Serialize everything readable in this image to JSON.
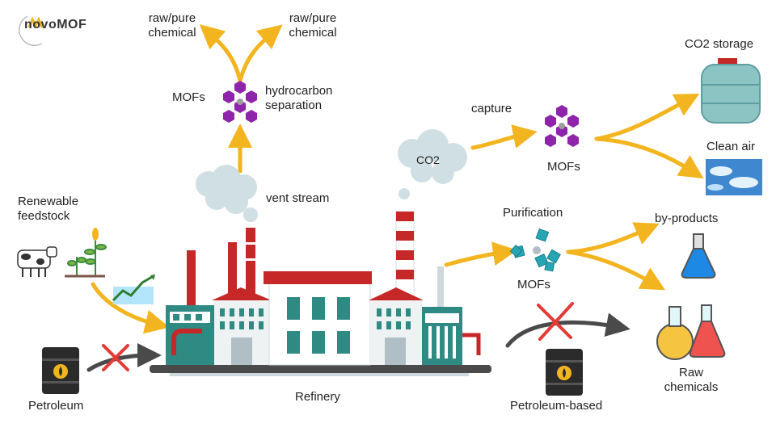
{
  "logo": {
    "text": "novoMOF"
  },
  "labels": {
    "raw_pure_left": [
      "raw/pure",
      "chemical"
    ],
    "raw_pure_right": [
      "raw/pure",
      "chemical"
    ],
    "mofs_top": "MOFs",
    "hydrocarbon": [
      "hydrocarbon",
      "separation"
    ],
    "vent_stream": "vent stream",
    "co2": "CO2",
    "capture": "capture",
    "mofs_capture": "MOFs",
    "co2_storage": "CO2 storage",
    "clean_air": "Clean air",
    "renewable": [
      "Renewable",
      "feedstock"
    ],
    "purification": "Purification",
    "mofs_purification": "MOFs",
    "by_products": "by-products",
    "raw_chemicals": [
      "Raw",
      "chemicals"
    ],
    "petroleum": "Petroleum",
    "refinery": "Refinery",
    "petroleum_based": "Petroleum-based"
  },
  "colors": {
    "arrow_yellow": "#f2b51f",
    "arrow_gray": "#4a4a4a",
    "cross_red": "#e53935",
    "mof_purple": "#8e24aa",
    "mof_teal": "#26a6b5",
    "chimney_red": "#c62828",
    "roof_red": "#c62828",
    "smoke": "#cfdfe3",
    "tank": "#8cc4c4",
    "barrel": "#2b2b2b",
    "building_teal": "#2e8a83"
  }
}
